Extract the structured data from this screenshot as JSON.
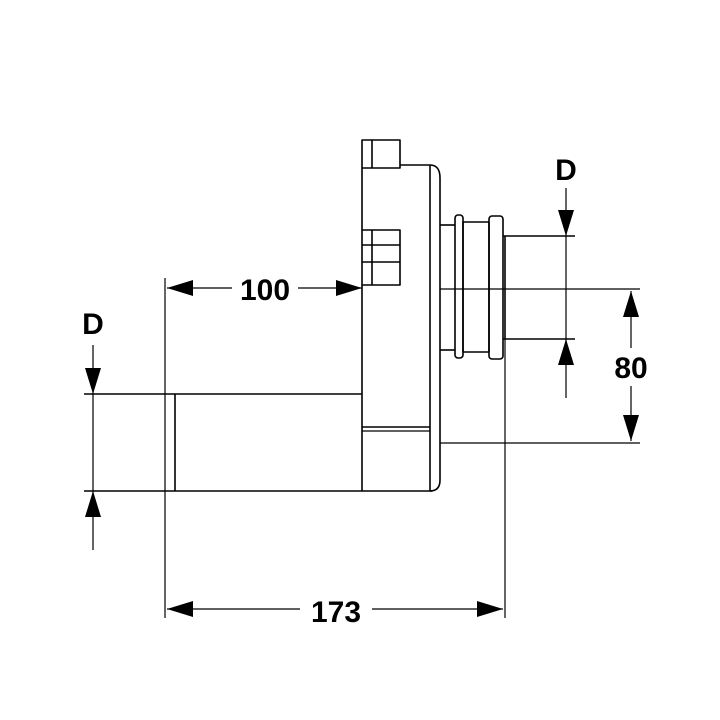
{
  "dimensions": {
    "length_to_flange": "100",
    "total_length": "173",
    "offset": "80",
    "diameter_left": "D",
    "diameter_right": "D"
  }
}
